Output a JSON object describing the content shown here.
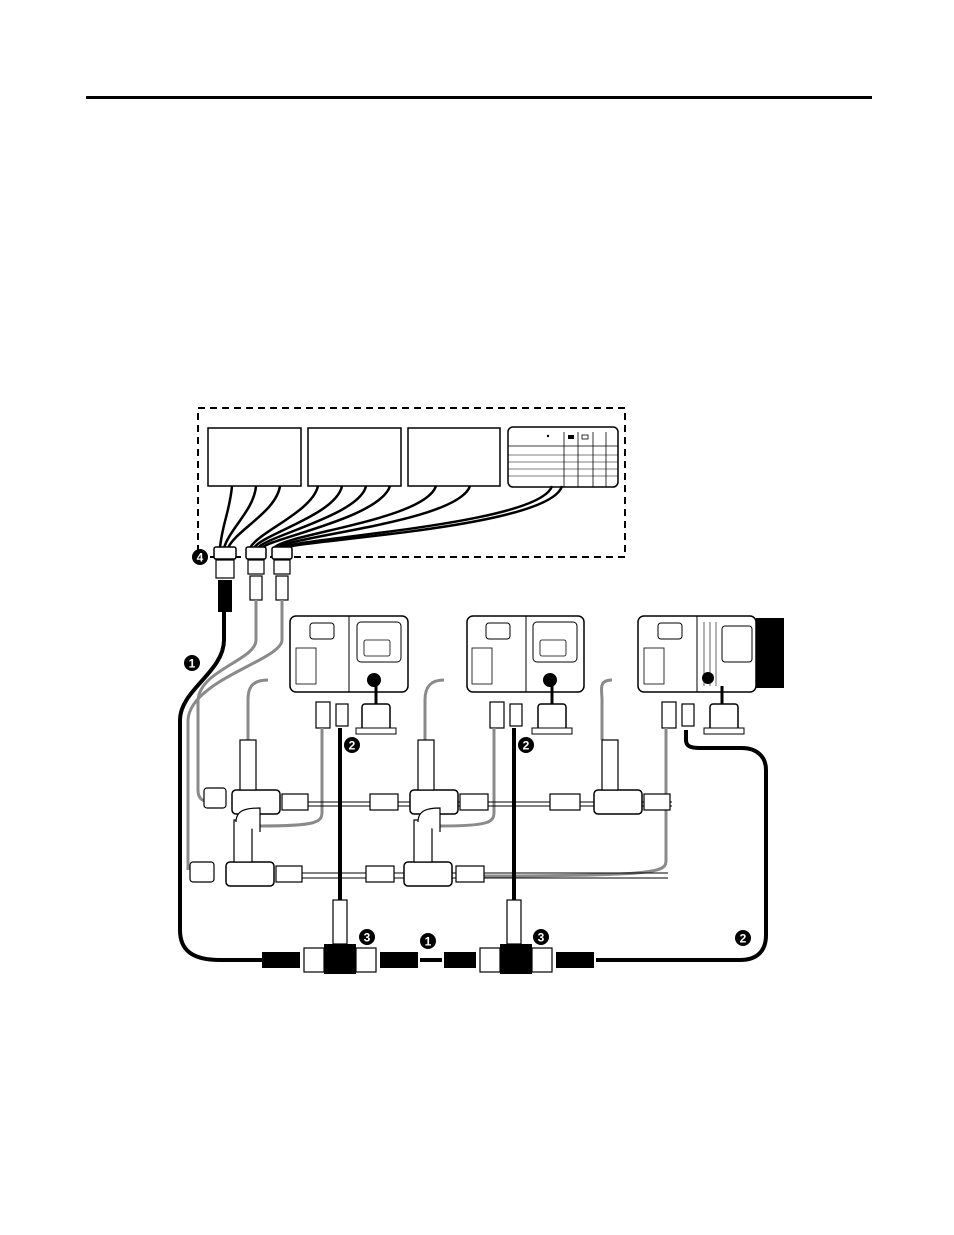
{
  "callouts": [
    {
      "id": "c4",
      "label": "4"
    },
    {
      "id": "c1a",
      "label": "1"
    },
    {
      "id": "c2a",
      "label": "2"
    },
    {
      "id": "c2b",
      "label": "2"
    },
    {
      "id": "c3a",
      "label": "3"
    },
    {
      "id": "c1b",
      "label": "1"
    },
    {
      "id": "c3b",
      "label": "3"
    },
    {
      "id": "c2c",
      "label": "2"
    }
  ],
  "colors": {
    "line": "#000000",
    "cable_gray": "#9a9a9a",
    "panel_fill": "#ffffff"
  }
}
